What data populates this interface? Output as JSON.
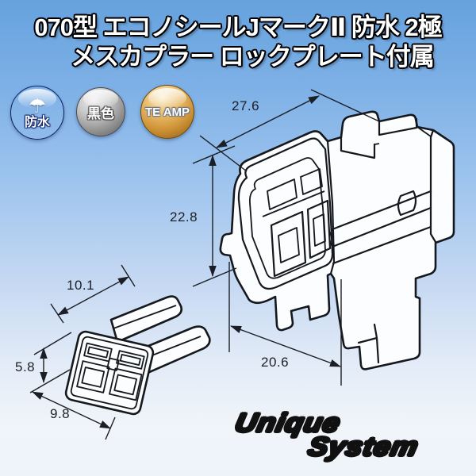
{
  "title": {
    "line1": "070型 エコノシールJマークⅡ 防水 2極",
    "line2": "メスカプラー ロックプレート付属"
  },
  "badges": {
    "waterproof": {
      "symbol": "☂",
      "label": "防水"
    },
    "black": {
      "label": "黒色"
    },
    "te_amp": {
      "label": "TE AMP"
    }
  },
  "diagram": {
    "main_connector": {
      "width_top": "27.6",
      "height": "22.8",
      "width_bottom": "20.6"
    },
    "lock_plate": {
      "width_top": "10.1",
      "height": "5.8",
      "depth": "9.8"
    }
  },
  "logo": {
    "word1": "Unique",
    "word2": "System"
  },
  "colors": {
    "background_top": "#66a2de",
    "background_bottom": "#f1f5fa",
    "badge_waterproof": "#1d3c9a",
    "badge_black": "#939393",
    "badge_te_amp": "#cc9034",
    "line_art": "#15181d",
    "logo_gold": "#ffb300"
  }
}
